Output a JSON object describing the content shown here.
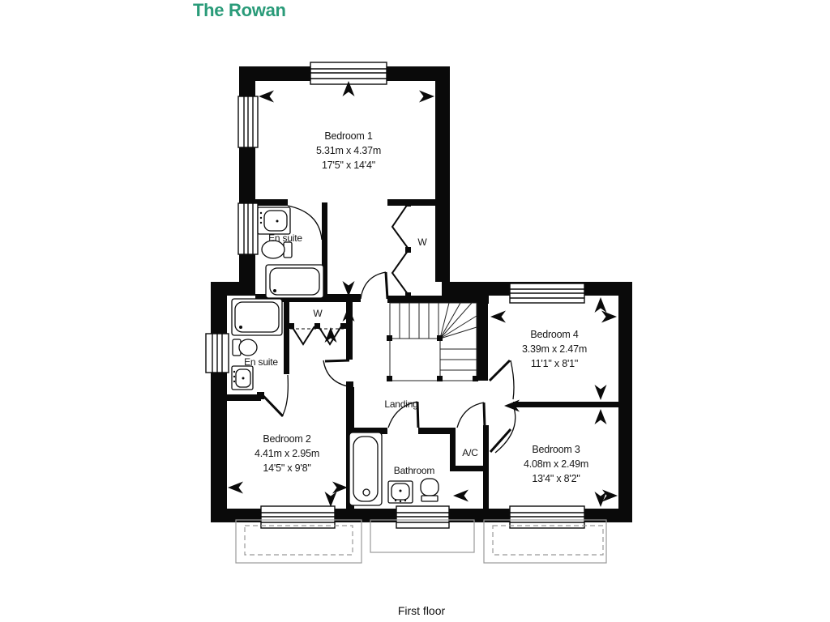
{
  "title": "The Rowan",
  "floor_label": "First floor",
  "colors": {
    "accent": "#2a9b79",
    "walls": "#0a0a0a",
    "ink": "#161616"
  },
  "rooms": {
    "bedroom1": {
      "name": "Bedroom 1",
      "metric": "5.31m x 4.37m",
      "imperial": "17'5\" x 14'4\""
    },
    "bedroom2": {
      "name": "Bedroom 2",
      "metric": "4.41m x 2.95m",
      "imperial": "14'5\" x 9'8\""
    },
    "bedroom3": {
      "name": "Bedroom 3",
      "metric": "4.08m x 2.49m",
      "imperial": "13'4\" x 8'2\""
    },
    "bedroom4": {
      "name": "Bedroom 4",
      "metric": "3.39m x 2.47m",
      "imperial": "11'1\" x 8'1\""
    },
    "ensuite1": {
      "name": "En suite"
    },
    "ensuite2": {
      "name": "En suite"
    },
    "wardrobe1": {
      "name": "W"
    },
    "wardrobe2": {
      "name": "W"
    },
    "landing": {
      "name": "Landing"
    },
    "bathroom": {
      "name": "Bathroom"
    },
    "airing_cupboard": {
      "name": "A/C"
    }
  }
}
